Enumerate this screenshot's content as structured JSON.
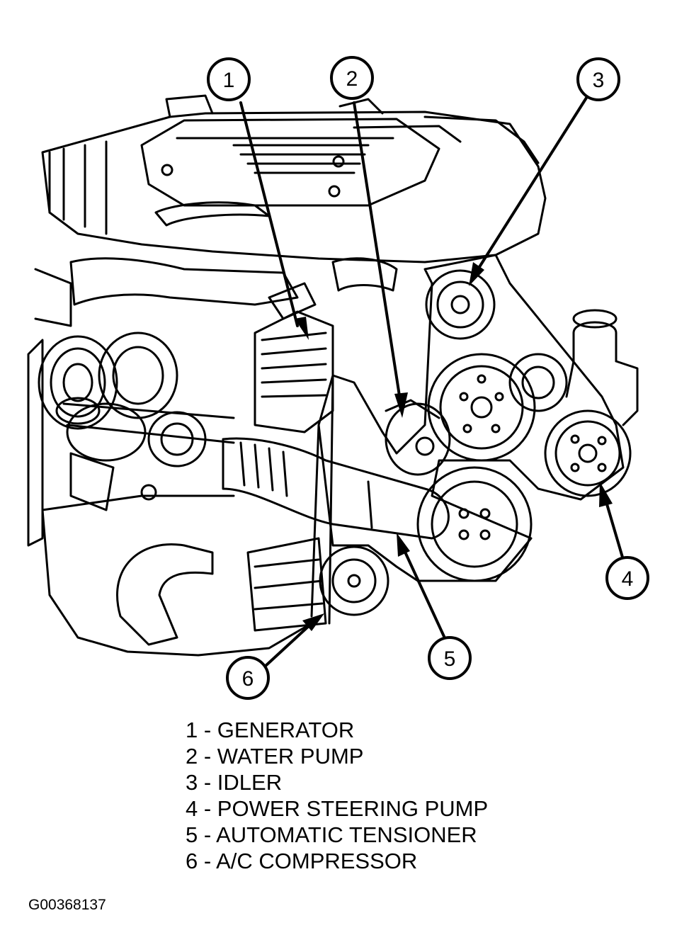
{
  "callouts": [
    {
      "number": "1",
      "label": "GENERATOR"
    },
    {
      "number": "2",
      "label": "WATER PUMP"
    },
    {
      "number": "3",
      "label": "IDLER"
    },
    {
      "number": "4",
      "label": "POWER STEERING PUMP"
    },
    {
      "number": "5",
      "label": "AUTOMATIC TENSIONER"
    },
    {
      "number": "6",
      "label": "A/C COMPRESSOR"
    }
  ],
  "legend_lines": [
    "1 - GENERATOR",
    "2 - WATER PUMP",
    "3 - IDLER",
    "4 - POWER STEERING PUMP",
    "5 - AUTOMATIC TENSIONER",
    "6 - A/C COMPRESSOR"
  ],
  "figure_id": "G00368137",
  "colors": {
    "ink": "#000000",
    "paper": "#ffffff"
  }
}
